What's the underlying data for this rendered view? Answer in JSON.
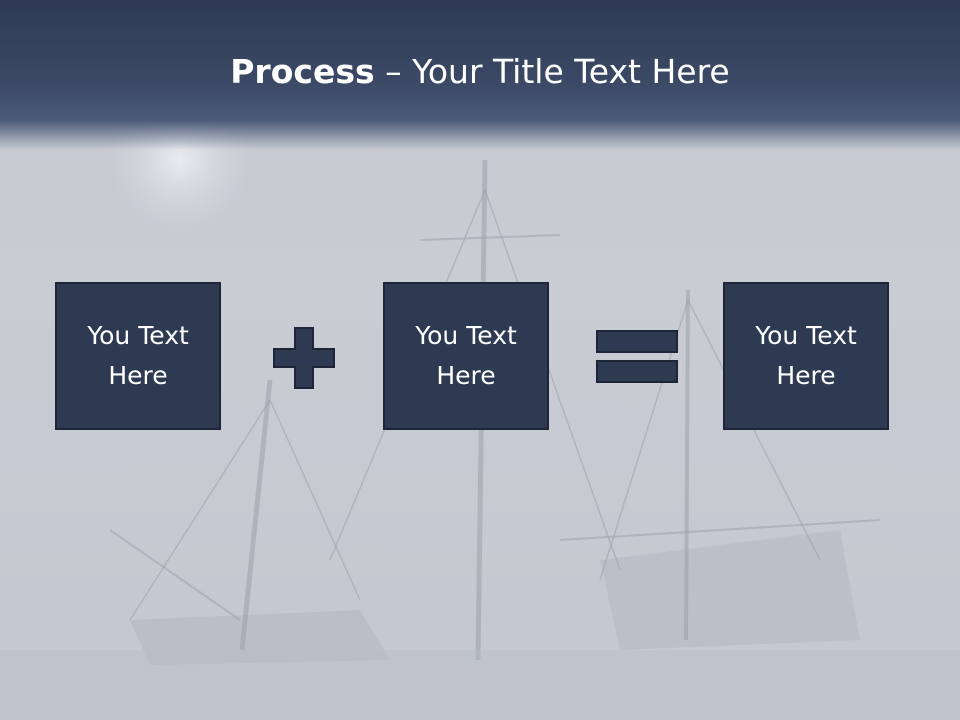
{
  "slide": {
    "title_bold": "Process",
    "title_rest": " – Your Title Text Here"
  },
  "boxes": [
    {
      "text": "You Text Here"
    },
    {
      "text": "You Text Here"
    },
    {
      "text": "You Text Here"
    }
  ],
  "operators": [
    "plus-icon",
    "equals-icon"
  ],
  "colors": {
    "header": "#2f3b55",
    "box_fill": "#2e3a52",
    "box_border": "#1d2536",
    "background": "#c5c9d1"
  }
}
